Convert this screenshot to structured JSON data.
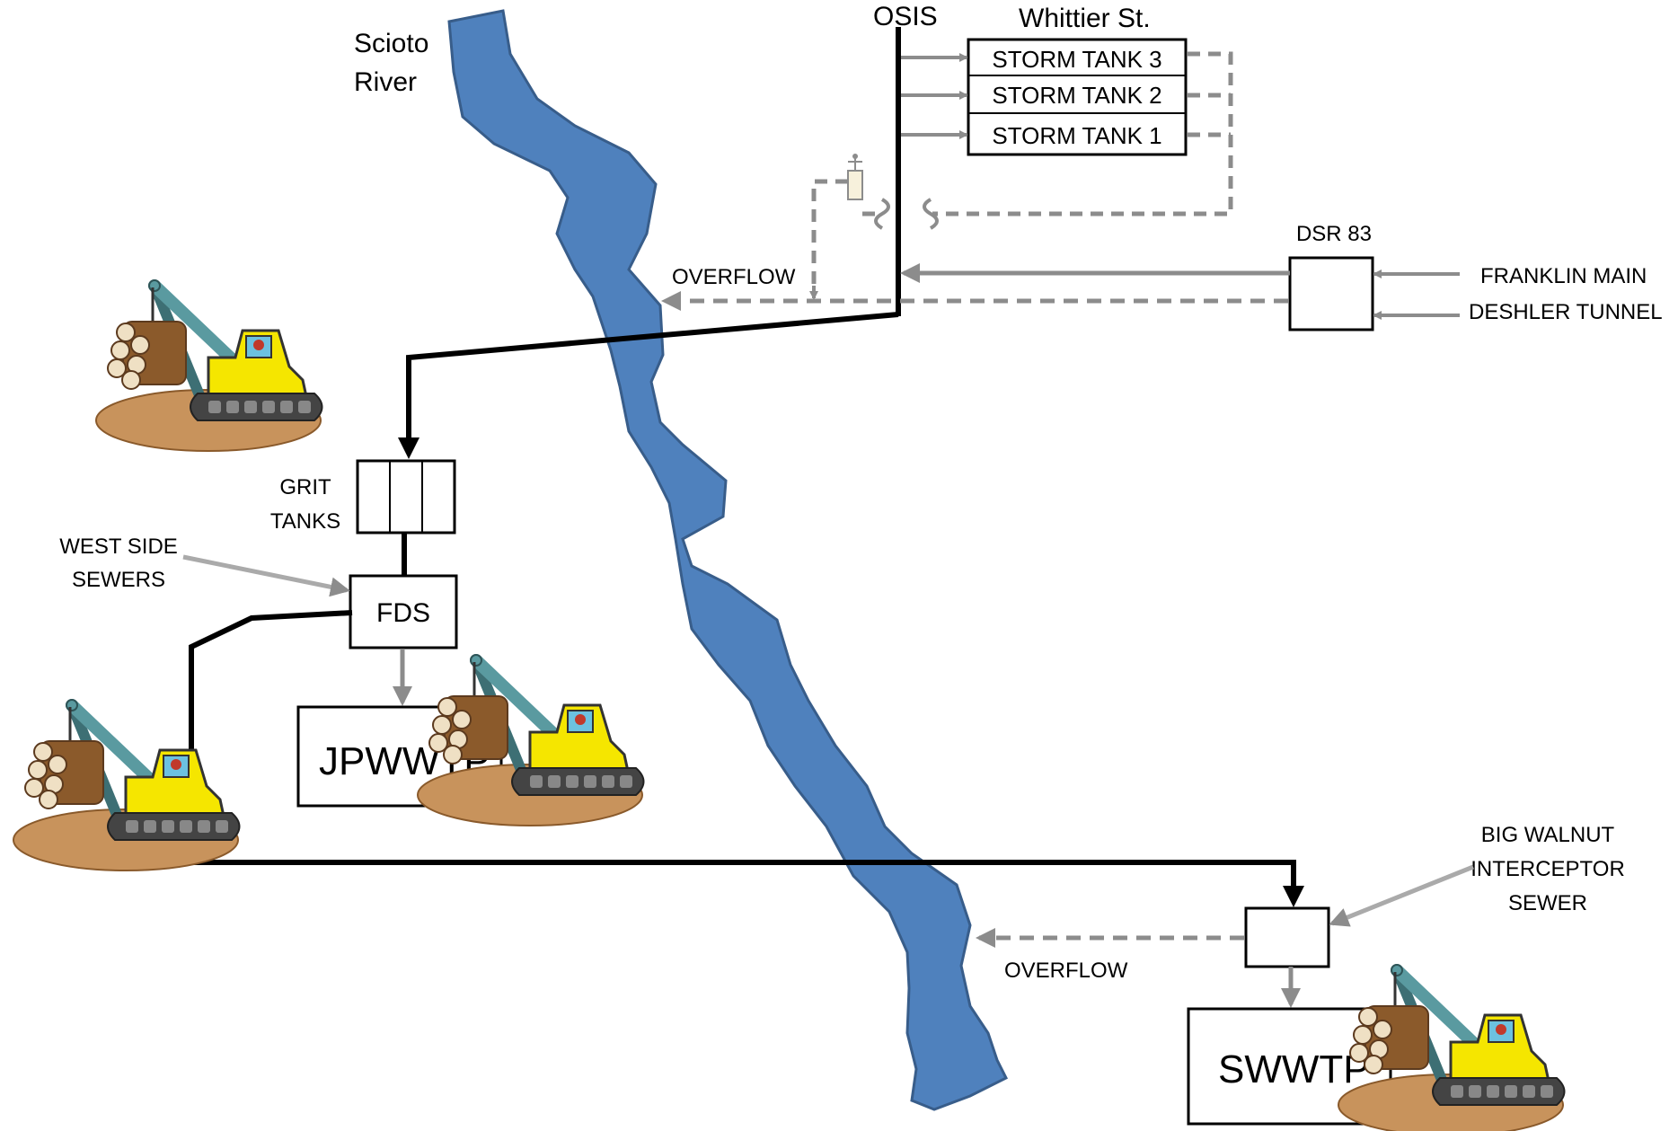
{
  "river": {
    "label_line1": "Scioto",
    "label_line2": "River",
    "color": "#4f81bd",
    "edge": "#385d8a"
  },
  "labels": {
    "osis": "OSIS",
    "whittier": "Whittier St.",
    "storm_tank_3": "STORM TANK 3",
    "storm_tank_2": "STORM TANK 2",
    "storm_tank_1": "STORM TANK 1",
    "dsr83": "DSR 83",
    "franklin_main": "FRANKLIN MAIN",
    "deshler_tunnel": "DESHLER TUNNEL",
    "overflow_top": "OVERFLOW",
    "overflow_bottom": "OVERFLOW",
    "grit_line1": "GRIT",
    "grit_line2": "TANKS",
    "west_side_line1": "WEST SIDE",
    "west_side_line2": "SEWERS",
    "fds": "FDS",
    "jpwwtp": "JPWWTP",
    "swwtp": "SWWTP",
    "big_walnut_line1": "BIG WALNUT",
    "big_walnut_line2": "INTERCEPTOR",
    "big_walnut_line3": "SEWER"
  },
  "icons": [
    "log-loader-icon",
    "valve-icon"
  ],
  "colors": {
    "flow_main": "#000000",
    "flow_gray": "#8c8c8c",
    "dirt": "#c8935c",
    "loader_yellow": "#f5e600",
    "loader_arm": "#5a9aa0"
  }
}
